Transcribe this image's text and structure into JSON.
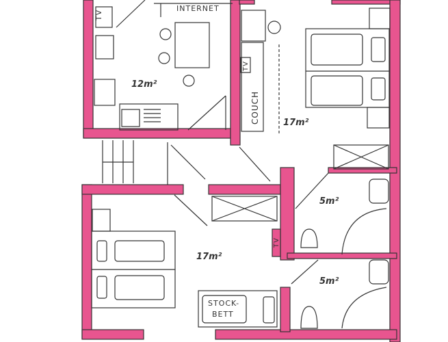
{
  "plan": {
    "wall_color": "#e8558f",
    "line_color": "#333333",
    "rooms": [
      {
        "name": "kitchen",
        "area": "12m²"
      },
      {
        "name": "bedroom-top",
        "area": "17m²"
      },
      {
        "name": "bedroom-bottom",
        "area": "17m²"
      },
      {
        "name": "bathroom-1",
        "area": "5m²"
      },
      {
        "name": "bathroom-2",
        "area": "5m²"
      }
    ],
    "labels": {
      "internet": "INTERNET",
      "tv1": "TV",
      "tv2": "TV",
      "tv3": "TV",
      "couch": "COUCH",
      "stockbett_1": "STOCK-",
      "stockbett_2": "BETT"
    }
  }
}
